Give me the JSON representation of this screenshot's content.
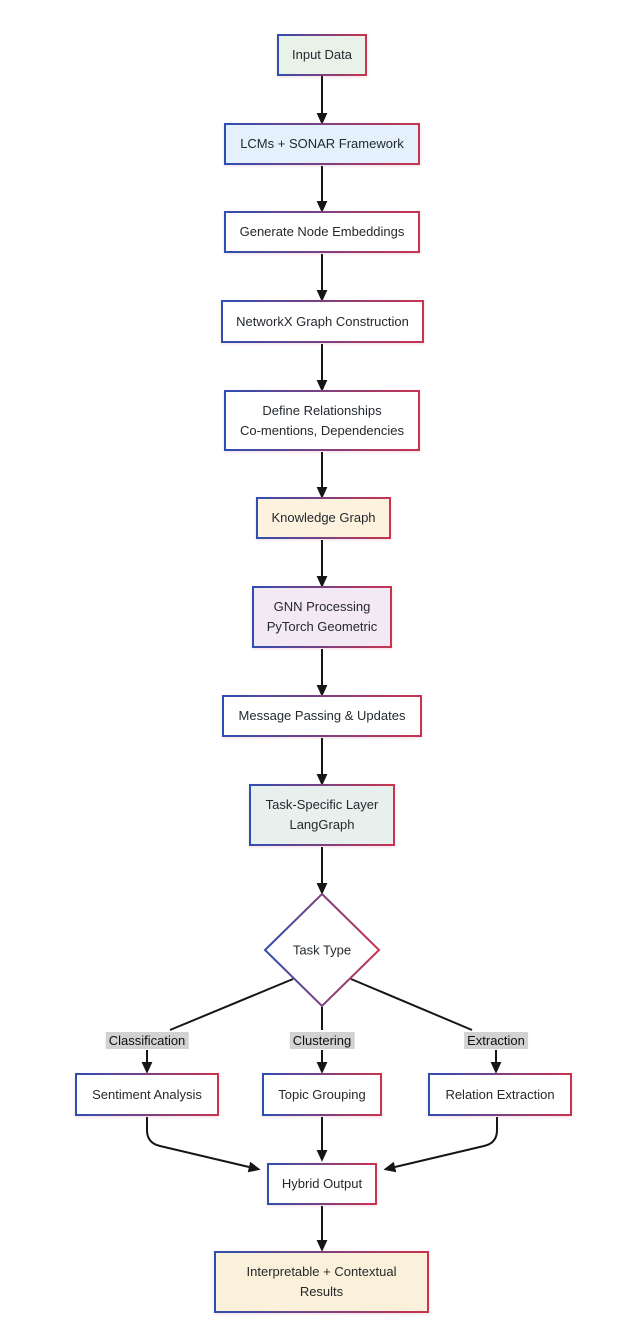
{
  "diagram": {
    "colors": {
      "canvas_bg": "#ffffff",
      "border_gradient_start": "#2f4eb2",
      "border_gradient_end": "#c9344e",
      "arrow": "#161616",
      "edge_label_bg": "#d2d2d2",
      "text": "#24292e"
    },
    "nodes": {
      "input_data": {
        "label": "Input Data",
        "fill": "#e9f2e8"
      },
      "lcms_sonar": {
        "label": "LCMs + SONAR Framework",
        "fill": "#e4f1fc"
      },
      "generate_embeddings": {
        "label": "Generate Node Embeddings",
        "fill": "#ffffff"
      },
      "networkx": {
        "label": "NetworkX Graph Construction",
        "fill": "#ffffff"
      },
      "define_relationships": {
        "label": "Define Relationships\nCo-mentions, Dependencies",
        "fill": "#ffffff"
      },
      "knowledge_graph": {
        "label": "Knowledge Graph",
        "fill": "#fdf2dd"
      },
      "gnn_processing": {
        "label": "GNN Processing\nPyTorch Geometric",
        "fill": "#f3e9f5"
      },
      "message_passing": {
        "label": "Message Passing & Updates",
        "fill": "#ffffff"
      },
      "task_specific": {
        "label": "Task-Specific Layer\nLangGraph",
        "fill": "#e7f0ed"
      },
      "task_type": {
        "label": "Task Type",
        "fill": "#ffffff",
        "shape": "diamond"
      },
      "sentiment_analysis": {
        "label": "Sentiment Analysis",
        "fill": "#ffffff"
      },
      "topic_grouping": {
        "label": "Topic Grouping",
        "fill": "#ffffff"
      },
      "relation_extraction": {
        "label": "Relation Extraction",
        "fill": "#ffffff"
      },
      "hybrid_output": {
        "label": "Hybrid Output",
        "fill": "#ffffff"
      },
      "interpretable_results": {
        "label": "Interpretable + Contextual\nResults",
        "fill": "#fbf0d9"
      }
    },
    "edge_labels": {
      "classification": "Classification",
      "clustering": "Clustering",
      "extraction": "Extraction"
    }
  }
}
